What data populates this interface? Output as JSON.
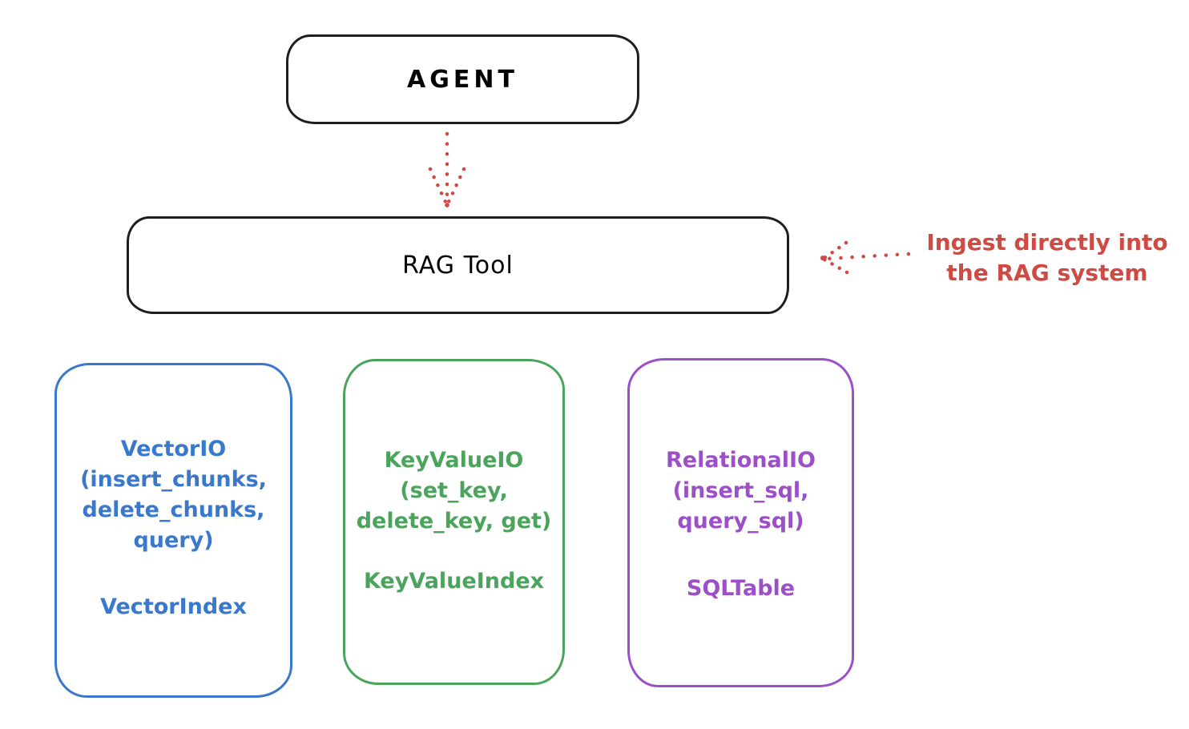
{
  "colors": {
    "ink": "#1e1e1e",
    "red": "#cf4a43",
    "blue": "#3a78cb",
    "green": "#4aa45b",
    "purple": "#9c4fc7",
    "background": "#ffffff"
  },
  "agent_box": {
    "label": "AGENT"
  },
  "rag_tool_box": {
    "label": "RAG Tool"
  },
  "agent_to_rag_arrow": {
    "style": "dotted",
    "direction": "down"
  },
  "annotation": {
    "line1": "Ingest directly into",
    "line2": "the RAG system",
    "arrow_style": "dotted",
    "arrow_direction": "left"
  },
  "storage_boxes": [
    {
      "name": "VectorIO",
      "color": "#3a78cb",
      "lines": [
        "VectorIO",
        "(insert_chunks,",
        "delete_chunks,",
        "query)"
      ],
      "index_label": "VectorIndex"
    },
    {
      "name": "KeyValueIO",
      "color": "#4aa45b",
      "lines": [
        "KeyValueIO",
        "(set_key,",
        "delete_key, get)"
      ],
      "index_label": "KeyValueIndex"
    },
    {
      "name": "RelationalIO",
      "color": "#9c4fc7",
      "lines": [
        "RelationalIO",
        "(insert_sql,",
        "query_sql)"
      ],
      "index_label": "SQLTable"
    }
  ]
}
